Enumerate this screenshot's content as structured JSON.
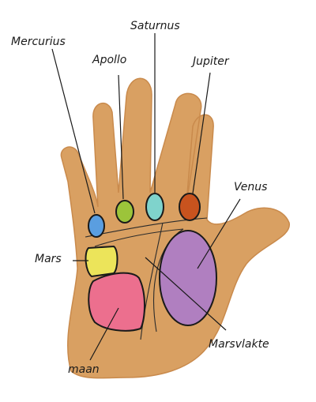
{
  "labels": {
    "mercurius": "Mercurius",
    "apollo": "Apollo",
    "saturnus": "Saturnus",
    "jupiter": "Jupiter",
    "venus": "Venus",
    "mars": "Mars",
    "marsvlakte": "Marsvlakte",
    "maan": "maan"
  },
  "colors": {
    "skin": "#d9a062",
    "skin_shade": "#c98a4c",
    "mercurius": "#5a9ee0",
    "apollo": "#9cc43a",
    "saturnus": "#7fd3cc",
    "jupiter": "#c8531e",
    "venus": "#b07fc0",
    "mars": "#ece45a",
    "maan": "#ec6f8e"
  }
}
